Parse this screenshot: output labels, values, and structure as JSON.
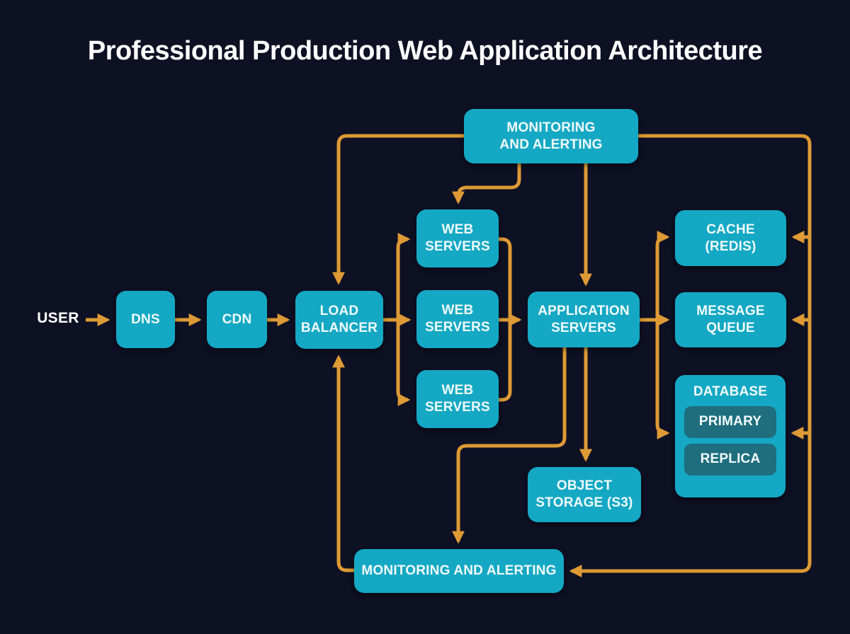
{
  "title": "Professional Production Web Application Architecture",
  "user_label": "USER",
  "nodes": {
    "dns": {
      "line1": "DNS"
    },
    "cdn": {
      "line1": "CDN"
    },
    "load_balancer": {
      "line1": "LOAD",
      "line2": "BALANCER"
    },
    "web_servers_1": {
      "line1": "WEB",
      "line2": "SERVERS"
    },
    "web_servers_2": {
      "line1": "WEB",
      "line2": "SERVERS"
    },
    "web_servers_3": {
      "line1": "WEB",
      "line2": "SERVERS"
    },
    "application_servers": {
      "line1": "APPLICATION",
      "line2": "SERVERS"
    },
    "monitoring_top": {
      "line1": "MONITORING",
      "line2": "AND ALERTING"
    },
    "cache": {
      "line1": "CACHE",
      "line2": "(REDIS)"
    },
    "message_queue": {
      "line1": "MESSAGE",
      "line2": "QUEUE"
    },
    "database": {
      "title": "DATABASE",
      "primary": "PRIMARY",
      "replica": "REPLICA"
    },
    "object_storage": {
      "line1": "OBJECT",
      "line2": "STORAGE (S3)"
    },
    "monitoring_bottom": {
      "line1": "MONITORING AND ALERTING"
    }
  },
  "colors": {
    "background": "#0e1023",
    "node_fill": "#14a8c4",
    "node_dark_fill": "#1e6e7e",
    "arrow": "#dd9a35",
    "text": "#f2fafb"
  }
}
